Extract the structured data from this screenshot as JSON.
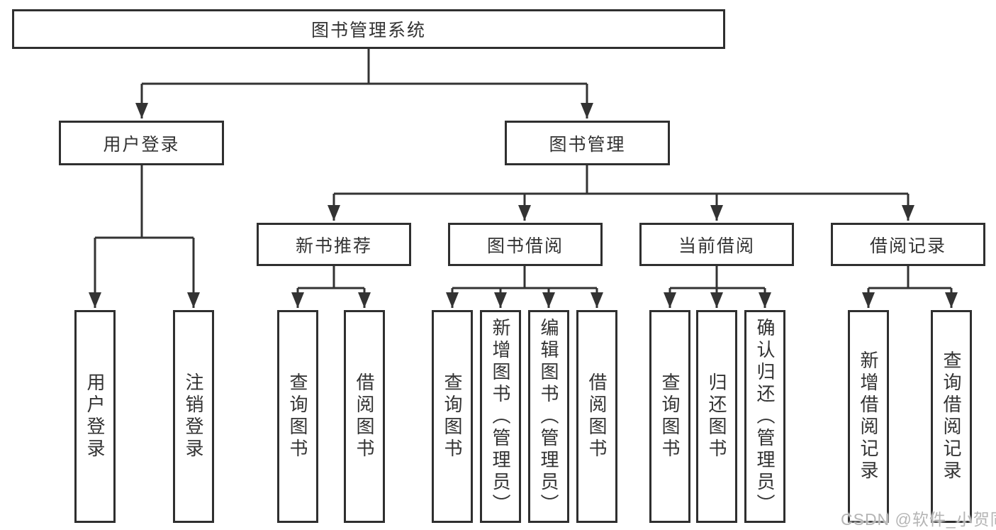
{
  "tree": {
    "root": {
      "label": "图书管理系统",
      "children": [
        {
          "label": "用户登录",
          "children": [
            {
              "label": "用户登录"
            },
            {
              "label": "注销登录"
            }
          ]
        },
        {
          "label": "图书管理",
          "children": [
            {
              "label": "新书推荐",
              "children": [
                {
                  "label": "查询图书"
                },
                {
                  "label": "借阅图书"
                }
              ]
            },
            {
              "label": "图书借阅",
              "children": [
                {
                  "label": "查询图书"
                },
                {
                  "label": "新增图书（管理员）"
                },
                {
                  "label": "编辑图书（管理员）"
                },
                {
                  "label": "借阅图书"
                }
              ]
            },
            {
              "label": "当前借阅",
              "children": [
                {
                  "label": "查询图书"
                },
                {
                  "label": "归还图书"
                },
                {
                  "label": "确认归还（管理员）"
                }
              ]
            },
            {
              "label": "借阅记录",
              "children": [
                {
                  "label": "新增借阅记录"
                },
                {
                  "label": "查询借阅记录"
                }
              ]
            }
          ]
        }
      ]
    }
  },
  "watermark": {
    "text": "CSDN @软件_小贺同学"
  },
  "colors": {
    "line": "#333333",
    "box_border": "#2f2f2f",
    "text": "#333333",
    "watermark": "#b5b5b5",
    "background": "#ffffff"
  }
}
